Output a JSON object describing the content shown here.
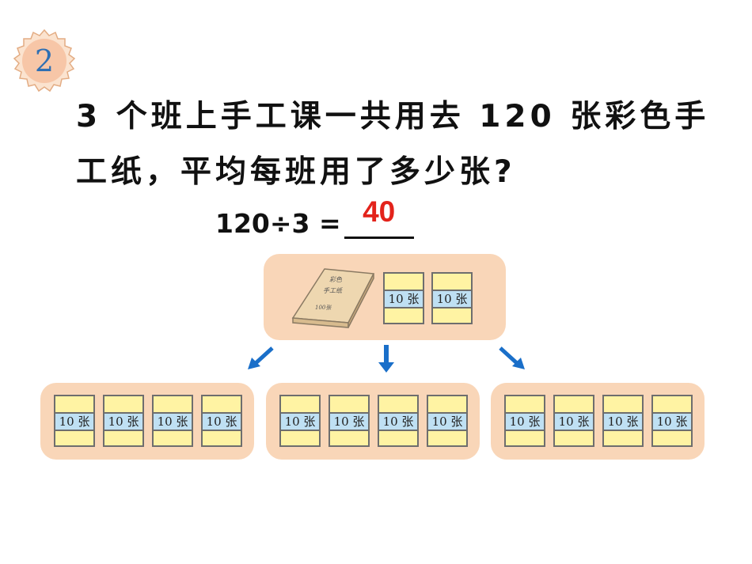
{
  "badge": {
    "number": "2"
  },
  "problem": {
    "line1": "3 个班上手工课一共用去 120 张彩色手",
    "line2": "工纸，平均每班用了多少张?"
  },
  "equation": {
    "expression": "120÷3 =",
    "answer": "40"
  },
  "top_group": {
    "paper_pack": {
      "title_line1": "彩色",
      "title_line2": "手工纸",
      "count": "100张"
    },
    "stacks": [
      "10 张",
      "10 张"
    ]
  },
  "bottom_groups": [
    {
      "stacks": [
        "10 张",
        "10 张",
        "10 张",
        "10 张"
      ]
    },
    {
      "stacks": [
        "10 张",
        "10 张",
        "10 张",
        "10 张"
      ]
    },
    {
      "stacks": [
        "10 张",
        "10 张",
        "10 张",
        "10 张"
      ]
    }
  ],
  "colors": {
    "tray": "#f9d6b8",
    "stack_fill": "#fff3a3",
    "band_fill": "#bfe0f3",
    "answer": "#e3231b",
    "arrow": "#1a6fc9",
    "badge_fill": "#f7c6a7",
    "badge_number": "#2f6fb3"
  }
}
